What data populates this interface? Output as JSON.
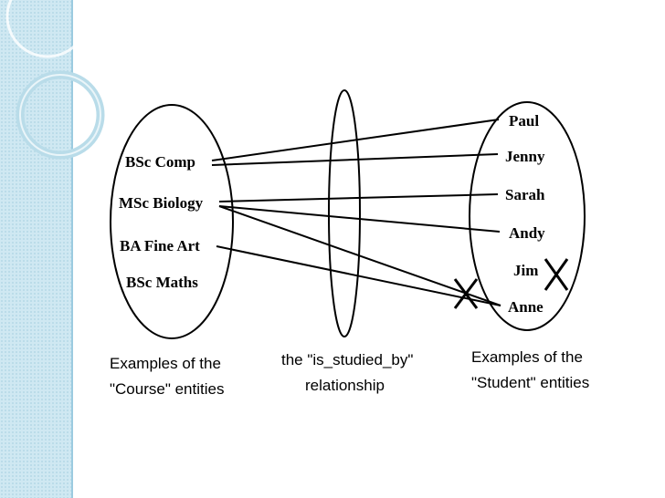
{
  "courses": [
    "BSc Comp",
    "MSc Biology",
    "BA Fine Art",
    "BSc Maths"
  ],
  "students": [
    "Paul",
    "Jenny",
    "Sarah",
    "Andy",
    "Jim",
    "Anne"
  ],
  "links": [
    {
      "course": "BSc Comp",
      "student": "Paul"
    },
    {
      "course": "BSc Comp",
      "student": "Jenny"
    },
    {
      "course": "MSc Biology",
      "student": "Sarah"
    },
    {
      "course": "MSc Biology",
      "student": "Andy"
    },
    {
      "course": "MSc Biology",
      "student": "Anne"
    },
    {
      "course": "BA Fine Art",
      "student": "Anne"
    }
  ],
  "captions": {
    "course_line1": "Examples of the",
    "course_line2": "\"Course\" entities",
    "relationship_line1": "the \"is_studied_by\"",
    "relationship_line2": "relationship",
    "student_line1": "Examples of the",
    "student_line2": "\"Student\" entities"
  },
  "colors": {
    "sidebar": "#cfe8f2",
    "ring": "#b9dce9",
    "ink": "#000000"
  }
}
